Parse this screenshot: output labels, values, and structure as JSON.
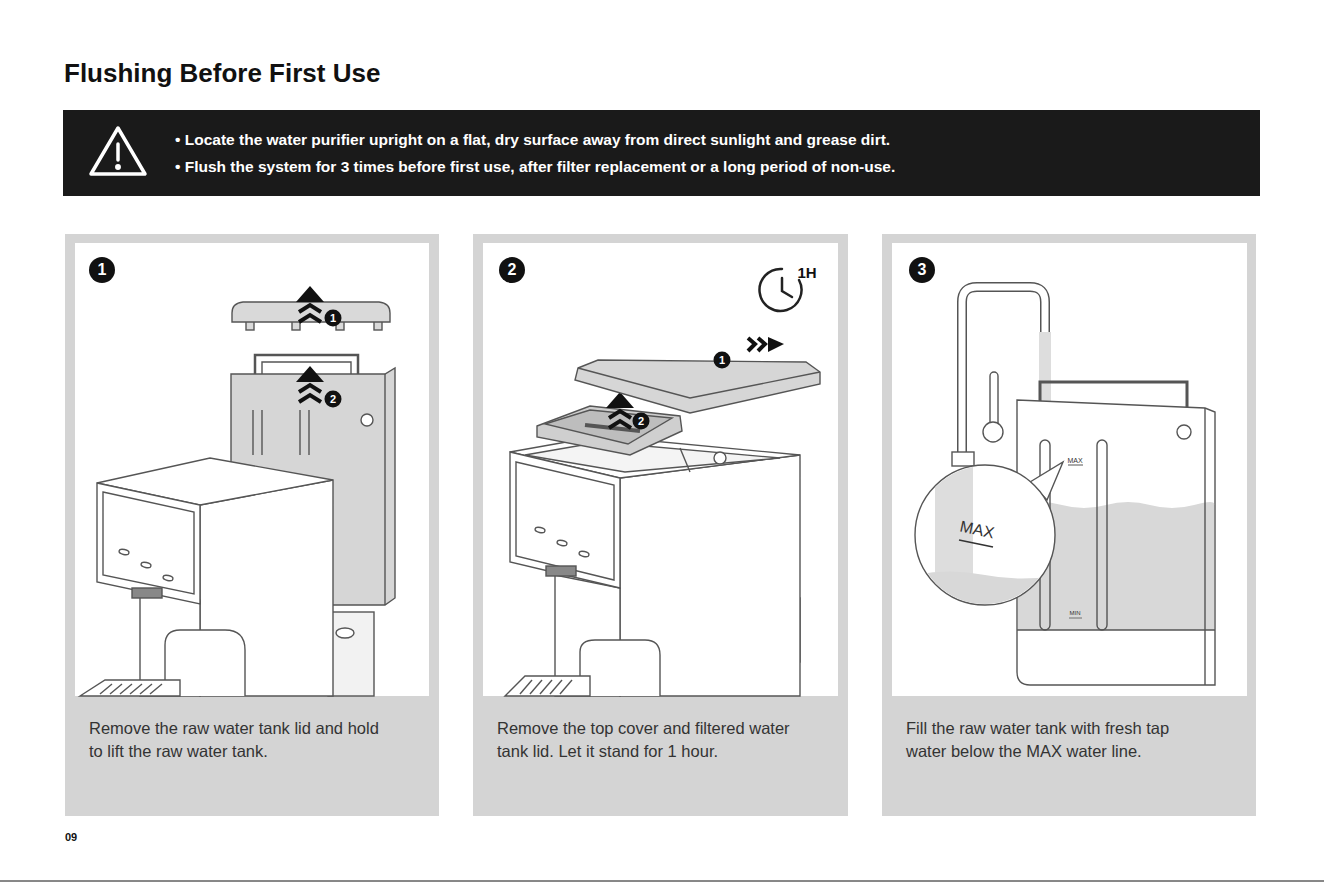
{
  "diagram": {
    "title": "Flushing Before First Use",
    "nodes": [
      {
        "text": [
          "• Locate the water purifier upright on a flat, dry surface away from direct sunlight and grease dirt.",
          "• Flush the system for 3 times before first use, after filter replacement or a long period of non-use."
        ]
      },
      {
        "text": [
          "Remove the raw water tank lid and hold to lift the raw water tank."
        ]
      },
      {
        "text": [
          "1"
        ],
        "in": 1
      },
      {
        "text": [
          "Remove the top cover and filtered water tank lid. Let it stand for 1 hour."
        ]
      },
      {
        "text": [
          "2"
        ],
        "in": 3
      },
      {
        "text": [
          "Fill the raw water tank with fresh tap water below the MAX water line."
        ]
      },
      {
        "text": [
          "3"
        ],
        "in": 5
      }
    ],
    "labels": [
      "1",
      "2",
      "1H",
      "1",
      "2",
      "MAX",
      "MAX",
      "MIN",
      "09"
    ]
  }
}
